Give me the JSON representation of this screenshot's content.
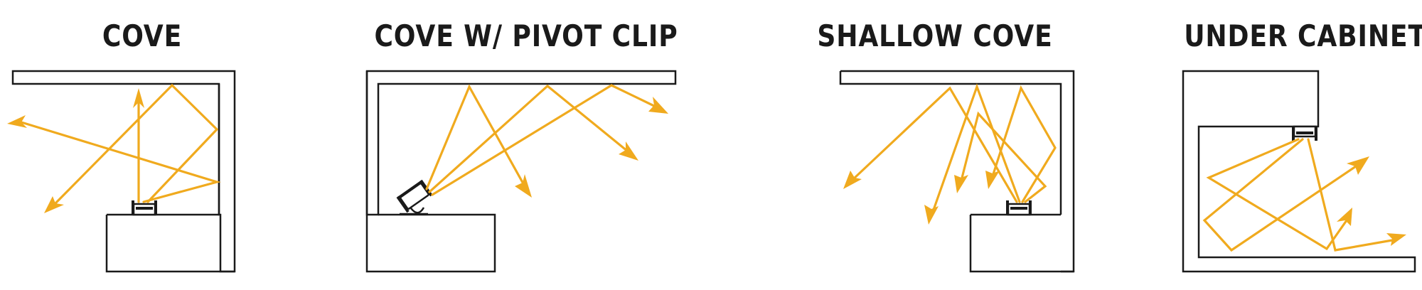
{
  "panels": [
    {
      "id": "cove",
      "title": "COVE"
    },
    {
      "id": "cove-pivot-clip",
      "title": "COVE W/ PIVOT CLIP"
    },
    {
      "id": "shallow-cove",
      "title": "SHALLOW COVE"
    },
    {
      "id": "under-cabinet",
      "title": "UNDER CABINET"
    }
  ],
  "colors": {
    "light_ray": "#f0aa1e",
    "structure": "#1a1a1a",
    "background": "#ffffff"
  }
}
